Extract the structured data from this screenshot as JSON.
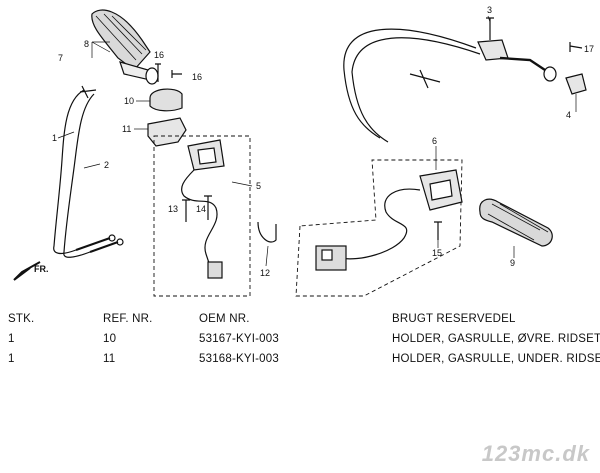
{
  "callouts": {
    "n1": "1",
    "n2": "2",
    "n3": "3",
    "n4": "4",
    "n5": "5",
    "n6": "6",
    "n7": "7",
    "n8": "8",
    "n9": "9",
    "n10": "10",
    "n11": "11",
    "n12": "12",
    "n13": "13",
    "n14": "14",
    "n15": "15",
    "n16a": "16",
    "n16b": "16",
    "n17": "17"
  },
  "direction_label": "FR.",
  "parts_table": {
    "headers": [
      "STK.",
      "REF. NR.",
      "OEM NR.",
      "BRUGT RESERVEDEL"
    ],
    "rows": [
      [
        "1",
        "10",
        "53167-KYI-003",
        "HOLDER, GASRULLE, ØVRE. RIDSET"
      ],
      [
        "1",
        "11",
        "53168-KYI-003",
        "HOLDER, GASRULLE, UNDER. RIDSET"
      ]
    ]
  },
  "watermark": "123mc.dk"
}
